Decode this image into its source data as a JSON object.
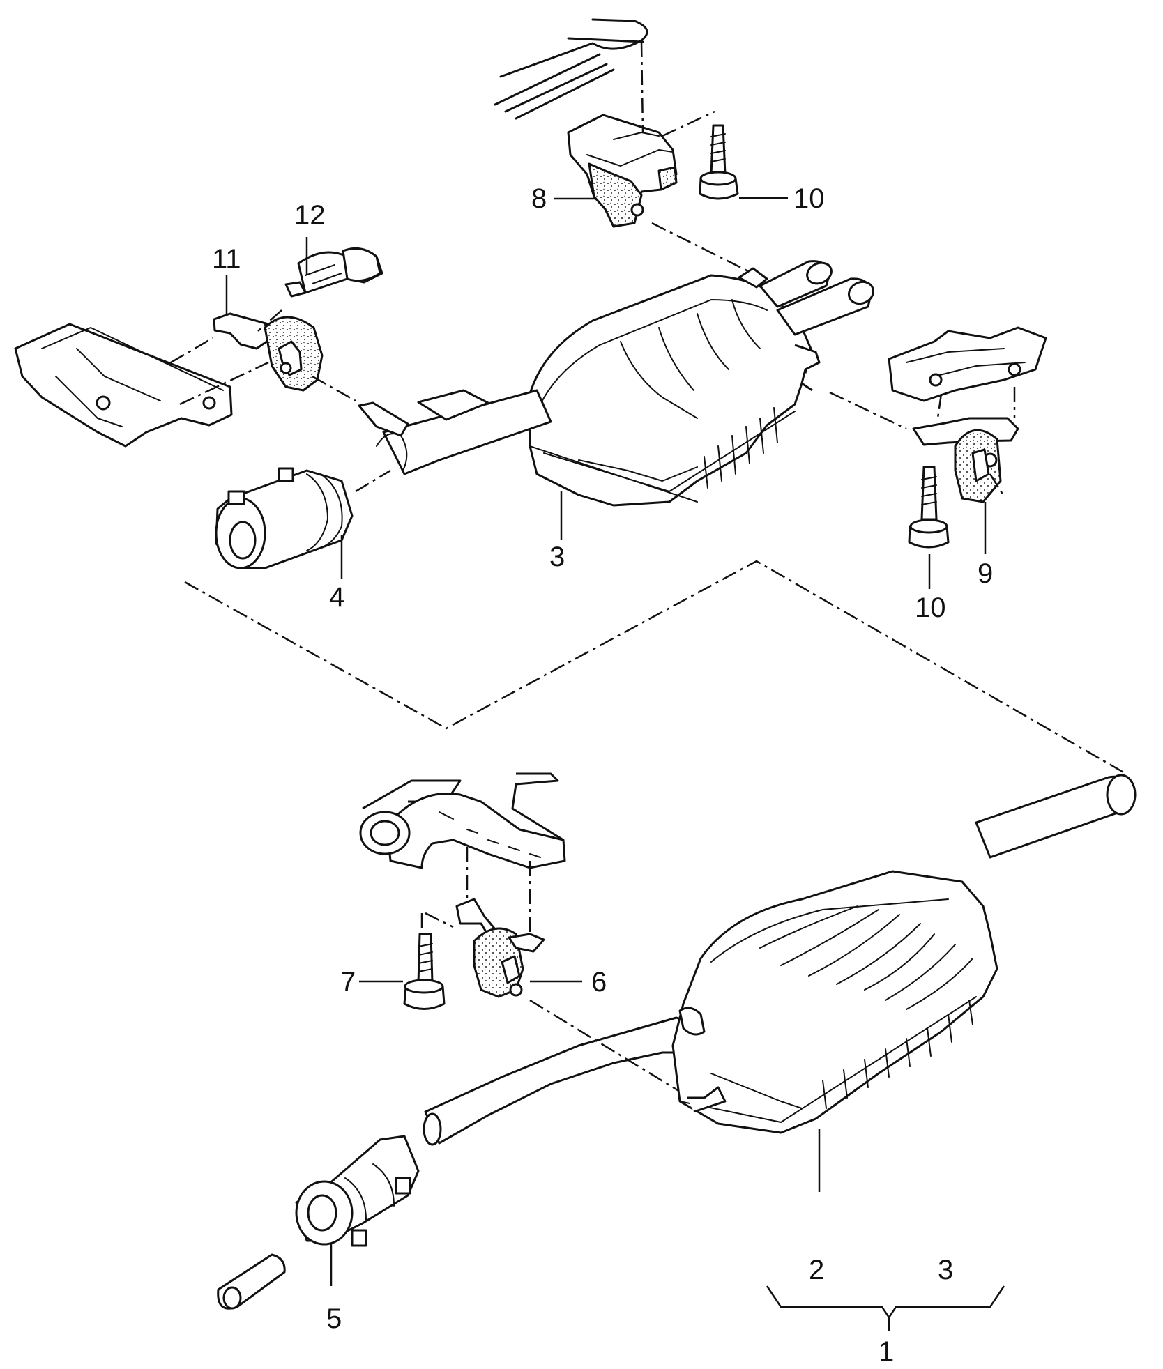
{
  "diagram": {
    "type": "exploded-parts-view",
    "labels": [
      {
        "id": "p1",
        "text": "1"
      },
      {
        "id": "p2",
        "text": "2"
      },
      {
        "id": "p3a",
        "text": "3"
      },
      {
        "id": "p3b",
        "text": "3"
      },
      {
        "id": "p4",
        "text": "4"
      },
      {
        "id": "p5",
        "text": "5"
      },
      {
        "id": "p6",
        "text": "6"
      },
      {
        "id": "p7",
        "text": "7"
      },
      {
        "id": "p8",
        "text": "8"
      },
      {
        "id": "p9",
        "text": "9"
      },
      {
        "id": "p10a",
        "text": "10"
      },
      {
        "id": "p10b",
        "text": "10"
      },
      {
        "id": "p11",
        "text": "11"
      },
      {
        "id": "p12",
        "text": "12"
      }
    ]
  }
}
